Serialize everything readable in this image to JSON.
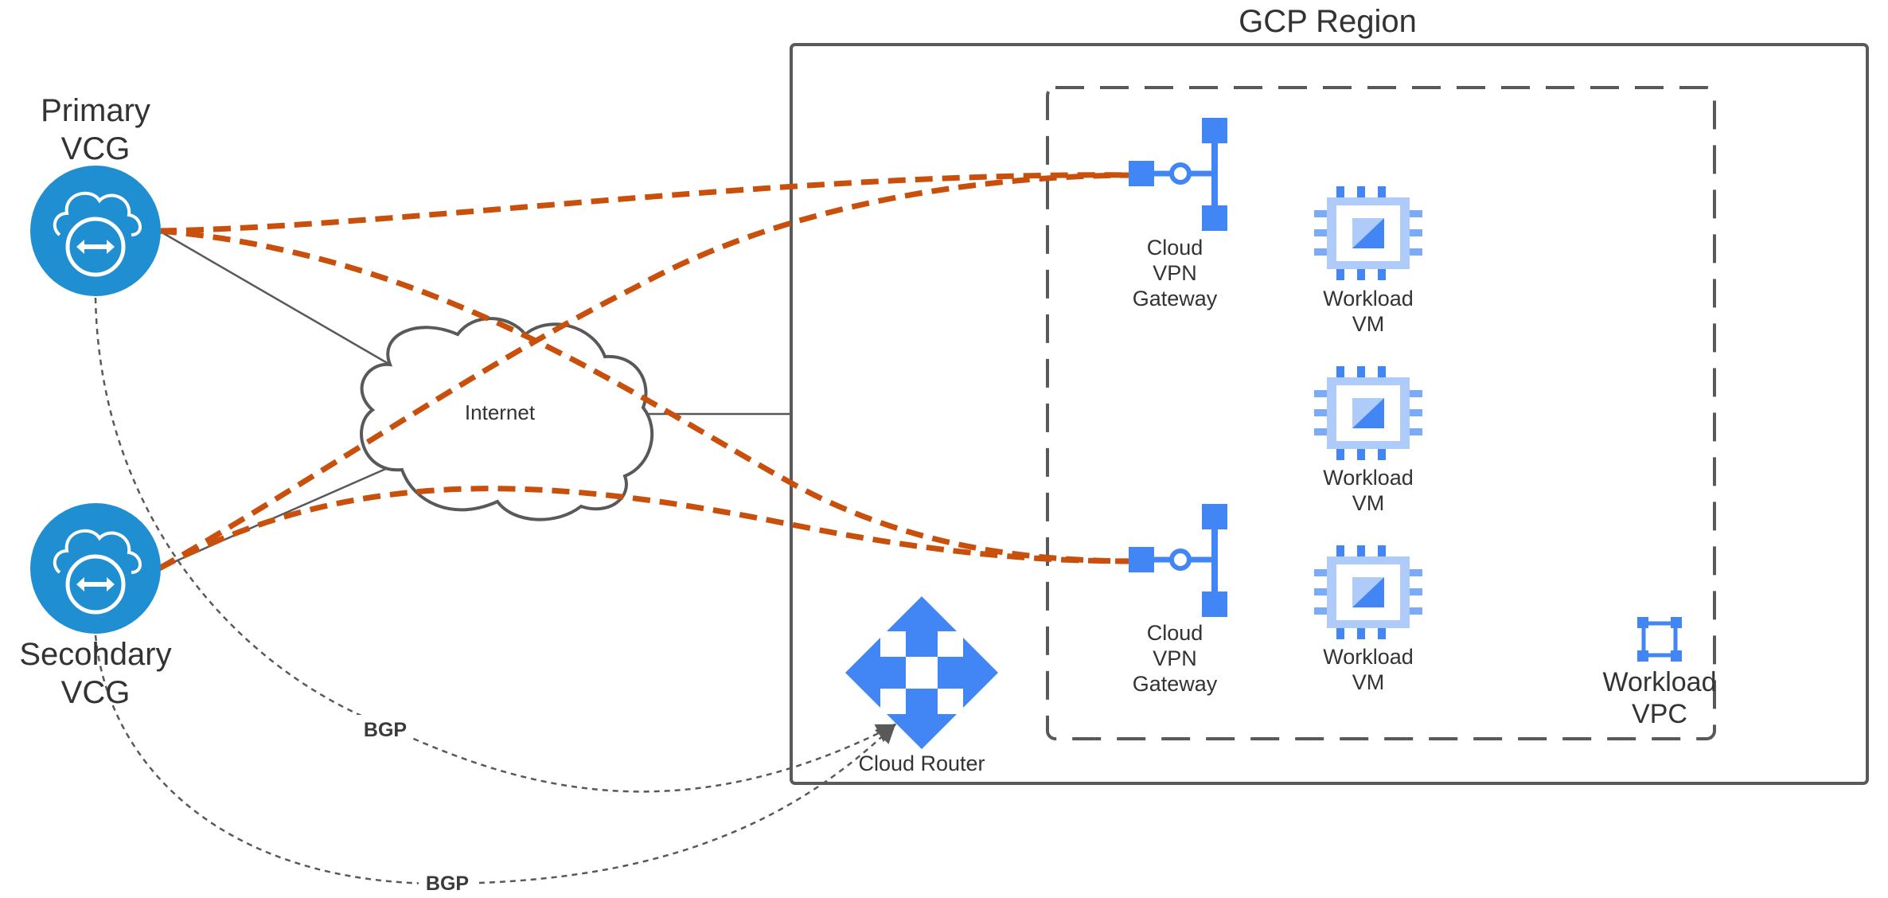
{
  "region": {
    "title": "GCP  Region"
  },
  "vcg": {
    "primary": {
      "line1": "Primary",
      "line2": "VCG"
    },
    "secondary": {
      "line1": "Secohdary",
      "line2": "VCG"
    }
  },
  "internet": {
    "label": "Internet"
  },
  "vpn_gateway": {
    "line1": "Cloud",
    "line2": "VPN",
    "line3": "Gateway"
  },
  "workload_vm": {
    "line1": "Workload",
    "line2": "VM"
  },
  "router": {
    "label": "Cloud Router"
  },
  "vpc": {
    "line1": "Workload",
    "line2": "VPC"
  },
  "bgp": {
    "label": "BGP"
  },
  "colors": {
    "vcg_fill": "#1f8fd2",
    "gcp_blue": "#4285f4",
    "gcp_light_blue": "#aecbfa",
    "vpn_tunnel": "#c9500c",
    "border": "#595959"
  }
}
